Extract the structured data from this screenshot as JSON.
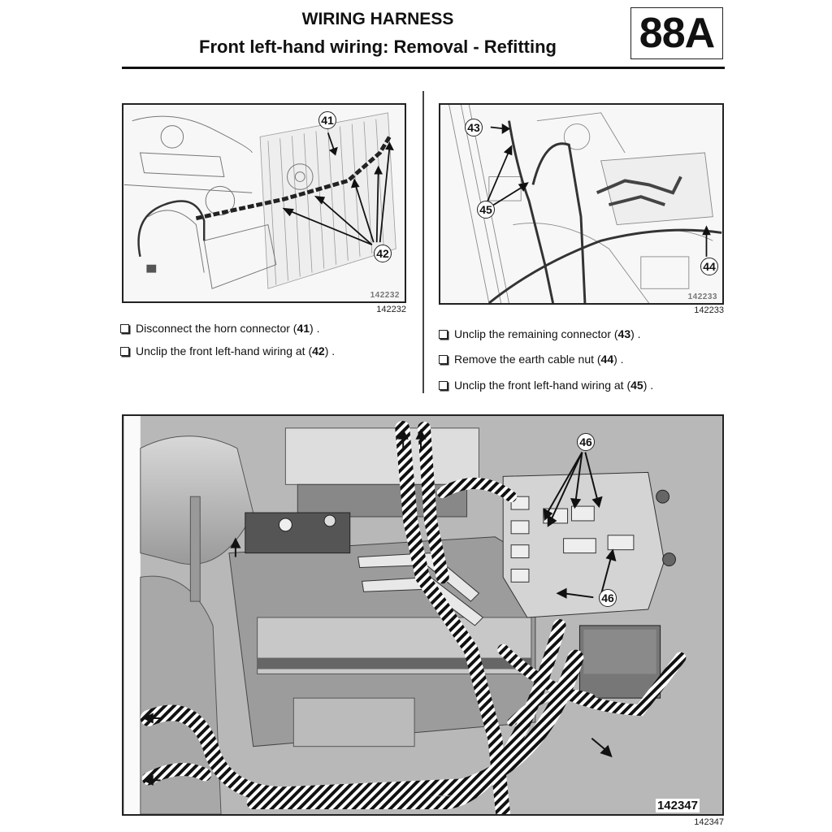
{
  "header": {
    "section_title": "WIRING HARNESS",
    "subtitle": "Front left-hand wiring: Removal - Refitting",
    "chapter_code": "88A"
  },
  "figures": [
    {
      "id": "fig-left",
      "inner_number": "142232",
      "caption_number": "142232",
      "callouts": [
        "41",
        "42"
      ]
    },
    {
      "id": "fig-right",
      "inner_number": "142233",
      "caption_number": "142233",
      "callouts": [
        "43",
        "45",
        "44"
      ]
    },
    {
      "id": "fig-bottom",
      "inner_number": "142347",
      "caption_number": "142347",
      "callouts": [
        "46",
        "46"
      ]
    }
  ],
  "steps_left": [
    {
      "text": "Disconnect the horn connector (",
      "ref": "41",
      "end": ") ."
    },
    {
      "text": "Unclip the front left-hand wiring at (",
      "ref": "42",
      "end": ") ."
    }
  ],
  "steps_right": [
    {
      "text": "Unclip the remaining connector (",
      "ref": "43",
      "end": ") ."
    },
    {
      "text": "Remove the earth cable nut (",
      "ref": "44",
      "end": ") ."
    },
    {
      "text": "Unclip the front left-hand wiring at (",
      "ref": "45",
      "end": ") ."
    }
  ]
}
